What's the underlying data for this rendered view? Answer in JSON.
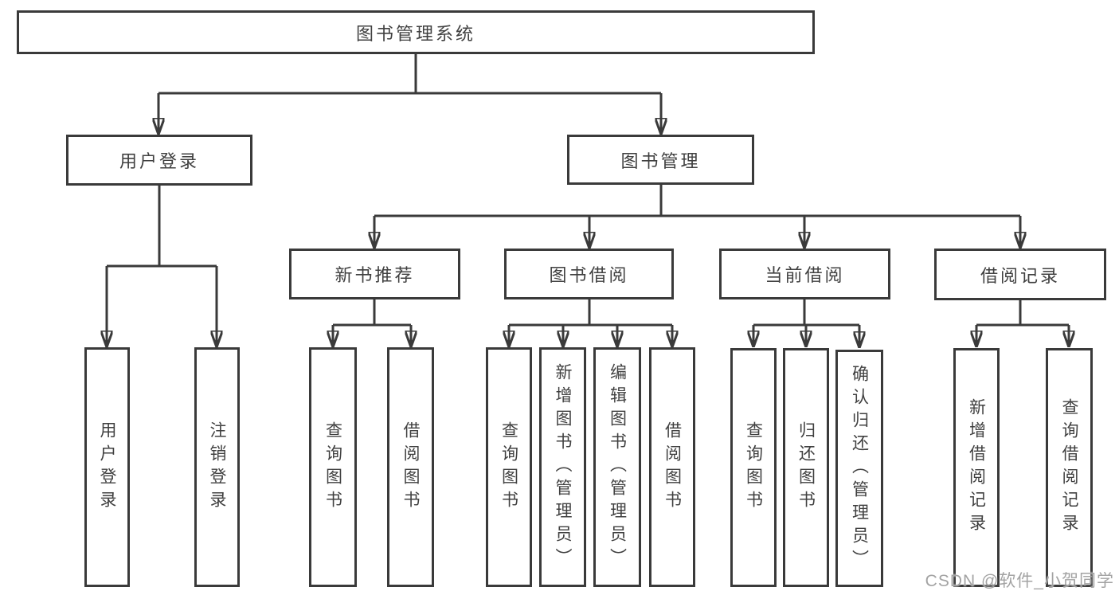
{
  "tree": {
    "root": {
      "label": "图书管理系统"
    },
    "branches": [
      {
        "label": "用户登录",
        "children": [
          {
            "label": "用户登录"
          },
          {
            "label": "注销登录"
          }
        ]
      },
      {
        "label": "图书管理",
        "children": [
          {
            "label": "新书推荐",
            "children": [
              {
                "label": "查询图书"
              },
              {
                "label": "借阅图书"
              }
            ]
          },
          {
            "label": "图书借阅",
            "children": [
              {
                "label": "查询图书"
              },
              {
                "label": "新增图书（管理员）"
              },
              {
                "label": "编辑图书（管理员）"
              },
              {
                "label": "借阅图书"
              }
            ]
          },
          {
            "label": "当前借阅",
            "children": [
              {
                "label": "查询图书"
              },
              {
                "label": "归还图书"
              },
              {
                "label": "确认归还（管理员）"
              }
            ]
          },
          {
            "label": "借阅记录",
            "children": [
              {
                "label": "新增借阅记录"
              },
              {
                "label": "查询借阅记录"
              }
            ]
          }
        ]
      }
    ]
  },
  "watermark": "CSDN @软件_小贺同学",
  "colors": {
    "line": "#3a3a3a",
    "text": "#404040",
    "watermark": "#a3a3a3",
    "background": "#ffffff"
  }
}
